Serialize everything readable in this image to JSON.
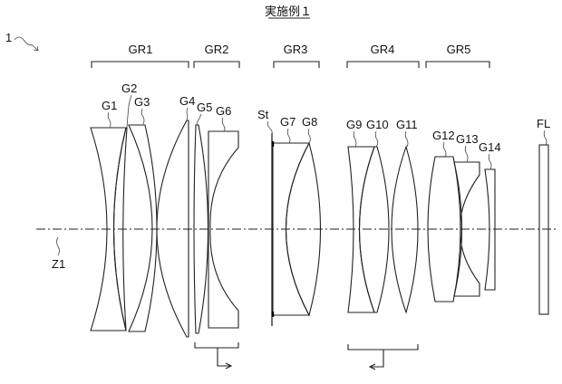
{
  "title": "実施例１",
  "figure_ref": "1",
  "axis_label": "Z1",
  "groups": [
    "GR1",
    "GR2",
    "GR3",
    "GR4",
    "GR5"
  ],
  "elements": [
    "G1",
    "G2",
    "G3",
    "G4",
    "G5",
    "G6",
    "G7",
    "G8",
    "G9",
    "G10",
    "G11",
    "G12",
    "G13",
    "G14"
  ],
  "stop_label": "St",
  "filter_label": "FL"
}
